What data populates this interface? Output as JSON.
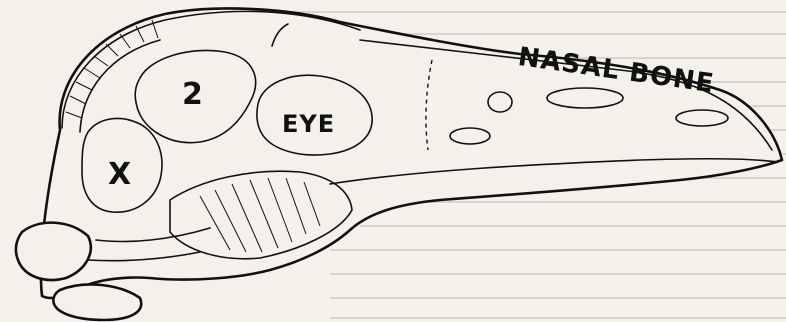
{
  "figure": {
    "labels": {
      "nasal_bone": "NASAL BONE",
      "eye": "EYE",
      "two": "2",
      "x": "X"
    }
  }
}
